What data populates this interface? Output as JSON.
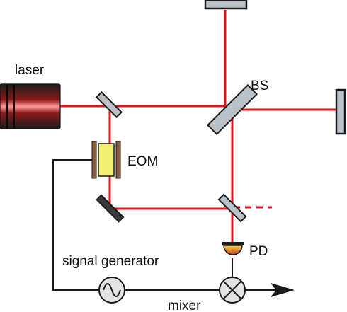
{
  "labels": {
    "laser": "laser",
    "beam_splitter": "BS",
    "eom": "EOM",
    "photodiode": "PD",
    "signal_generator": "signal generator",
    "mixer": "mixer"
  },
  "colors": {
    "beam": "#e0141e",
    "wire": "#1a1a1a",
    "mirror_fill": "#b9c1c9",
    "eom_crystal": "#f3ef74",
    "eom_plate": "#8a5a3c",
    "photodiode": "#e8a02a",
    "laser_body": "#2a2a2a"
  },
  "icons": {
    "signal_generator": "sine-wave-icon",
    "mixer": "cross-circle-icon",
    "output": "arrow-right-icon"
  }
}
